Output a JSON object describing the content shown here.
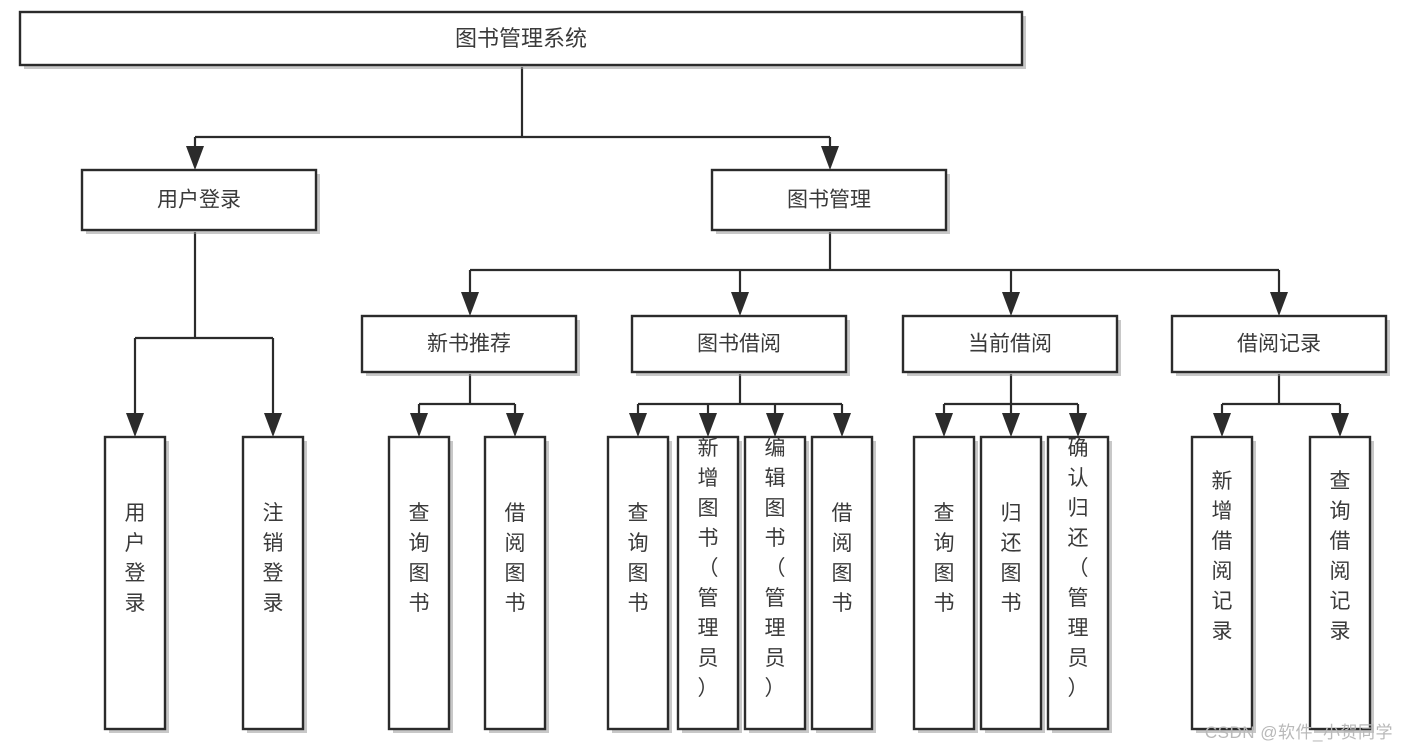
{
  "diagram": {
    "type": "tree-hierarchy-chart",
    "title": "图书管理系统",
    "watermark": "CSDN @软件_小贺同学",
    "colors": {
      "box_stroke": "#2b2b2b",
      "box_fill": "#ffffff",
      "text": "#3a3a3a",
      "connector": "#2b2b2b",
      "watermark": "#b9b9b9",
      "background": "#ffffff"
    },
    "root": {
      "label": "图书管理系统",
      "level": 0
    },
    "level1": [
      {
        "label": "用户登录"
      },
      {
        "label": "图书管理"
      }
    ],
    "level2": [
      {
        "label": "新书推荐"
      },
      {
        "label": "图书借阅"
      },
      {
        "label": "当前借阅"
      },
      {
        "label": "借阅记录"
      }
    ],
    "leaves": {
      "user_login": [
        "用户登录",
        "注销登录"
      ],
      "new_book": [
        "查询图书",
        "借阅图书"
      ],
      "book_borrow": [
        "查询图书",
        "新增图书（管理员）",
        "编辑图书（管理员）",
        "借阅图书"
      ],
      "current_borrow": [
        "查询图书",
        "归还图书",
        "确认归还（管理员）"
      ],
      "borrow_record": [
        "新增借阅记录",
        "查询借阅记录"
      ]
    },
    "edges": [
      {
        "from": "图书管理系统",
        "to": "用户登录"
      },
      {
        "from": "图书管理系统",
        "to": "图书管理"
      },
      {
        "from": "图书管理",
        "to": "新书推荐"
      },
      {
        "from": "图书管理",
        "to": "图书借阅"
      },
      {
        "from": "图书管理",
        "to": "当前借阅"
      },
      {
        "from": "图书管理",
        "to": "借阅记录"
      },
      {
        "from": "用户登录",
        "to": "用户登录"
      },
      {
        "from": "用户登录",
        "to": "注销登录"
      },
      {
        "from": "新书推荐",
        "to": "查询图书"
      },
      {
        "from": "新书推荐",
        "to": "借阅图书"
      },
      {
        "from": "图书借阅",
        "to": "查询图书"
      },
      {
        "from": "图书借阅",
        "to": "新增图书（管理员）"
      },
      {
        "from": "图书借阅",
        "to": "编辑图书（管理员）"
      },
      {
        "from": "图书借阅",
        "to": "借阅图书"
      },
      {
        "from": "当前借阅",
        "to": "查询图书"
      },
      {
        "from": "当前借阅",
        "to": "归还图书"
      },
      {
        "from": "当前借阅",
        "to": "确认归还（管理员）"
      },
      {
        "from": "借阅记录",
        "to": "新增借阅记录"
      },
      {
        "from": "借阅记录",
        "to": "查询借阅记录"
      }
    ]
  }
}
